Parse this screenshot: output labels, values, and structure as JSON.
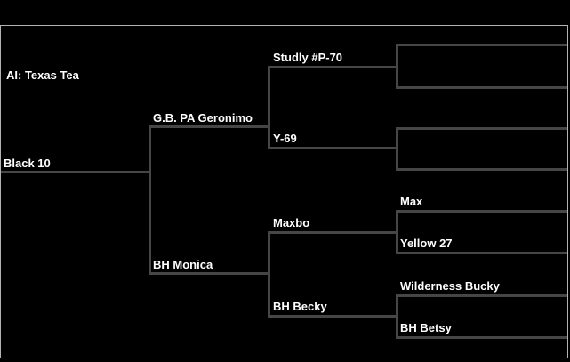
{
  "colors": {
    "background": "#000000",
    "frame_border": "#b3b3b3",
    "bracket_line": "#464646",
    "text": "#ffffff"
  },
  "annotation": {
    "label": "AI: Texas Tea"
  },
  "pedigree": {
    "root": {
      "label": "Black 10"
    },
    "sire": {
      "label": "G.B. PA Geronimo"
    },
    "dam": {
      "label": "BH Monica"
    },
    "sire_sire": {
      "label": "Studly #P-70"
    },
    "sire_dam": {
      "label": "Y-69"
    },
    "dam_sire": {
      "label": "Maxbo"
    },
    "dam_dam": {
      "label": "BH Becky"
    },
    "dam_sire_sire": {
      "label": "Max"
    },
    "dam_sire_dam": {
      "label": "Yellow 27"
    },
    "dam_dam_sire": {
      "label": "Wilderness Bucky"
    },
    "dam_dam_dam": {
      "label": "BH Betsy"
    }
  }
}
